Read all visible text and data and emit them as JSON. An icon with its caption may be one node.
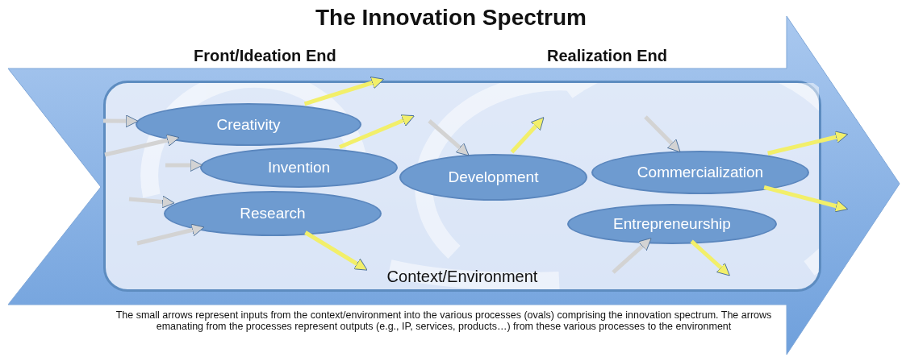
{
  "diagram": {
    "title": "The Innovation Spectrum",
    "caption": "The small arrows represent inputs from the context/environment into the various processes (ovals) comprising the innovation spectrum. The arrows emanating from the processes represent outputs (e.g., IP, services, products…) from these various processes to the environment",
    "nodes": [
      {
        "text": [
          "Context/Environment"
        ]
      },
      {
        "text": [
          "Creativity"
        ],
        "in": 0
      },
      {
        "text": [
          "Invention"
        ],
        "in": 0
      },
      {
        "text": [
          "Research"
        ],
        "in": 0
      },
      {
        "text": [
          "Development"
        ],
        "in": 0
      },
      {
        "text": [
          "Commercialization"
        ],
        "in": 0
      },
      {
        "text": [
          "Entrepreneurship"
        ],
        "in": 0
      }
    ],
    "edges": [
      {
        "from": null,
        "to": 1,
        "arrow": "to"
      },
      {
        "from": null,
        "to": 1,
        "arrow": "to"
      },
      {
        "from": null,
        "to": 2,
        "arrow": "to"
      },
      {
        "from": null,
        "to": 3,
        "arrow": "to"
      },
      {
        "from": null,
        "to": 3,
        "arrow": "to"
      },
      {
        "from": null,
        "to": 4,
        "arrow": "to"
      },
      {
        "from": null,
        "to": 5,
        "arrow": "to"
      },
      {
        "from": null,
        "to": 6,
        "arrow": "to"
      },
      {
        "from": 1,
        "to": null,
        "arrow": "to",
        "color": "#f2ef6a"
      },
      {
        "from": 2,
        "to": null,
        "arrow": "to",
        "color": "#f2ef6a"
      },
      {
        "from": 4,
        "to": null,
        "arrow": "to",
        "color": "#f2ef6a"
      },
      {
        "from": 5,
        "to": null,
        "arrow": "to",
        "color": "#f2ef6a"
      },
      {
        "from": 5,
        "to": null,
        "arrow": "to",
        "color": "#f2ef6a"
      },
      {
        "from": 3,
        "to": null,
        "arrow": "to",
        "color": "#f2ef6a"
      },
      {
        "from": 6,
        "to": null,
        "arrow": "to",
        "color": "#f2ef6a"
      }
    ],
    "labels": [
      "Front/Ideation End",
      "Realization End"
    ]
  }
}
